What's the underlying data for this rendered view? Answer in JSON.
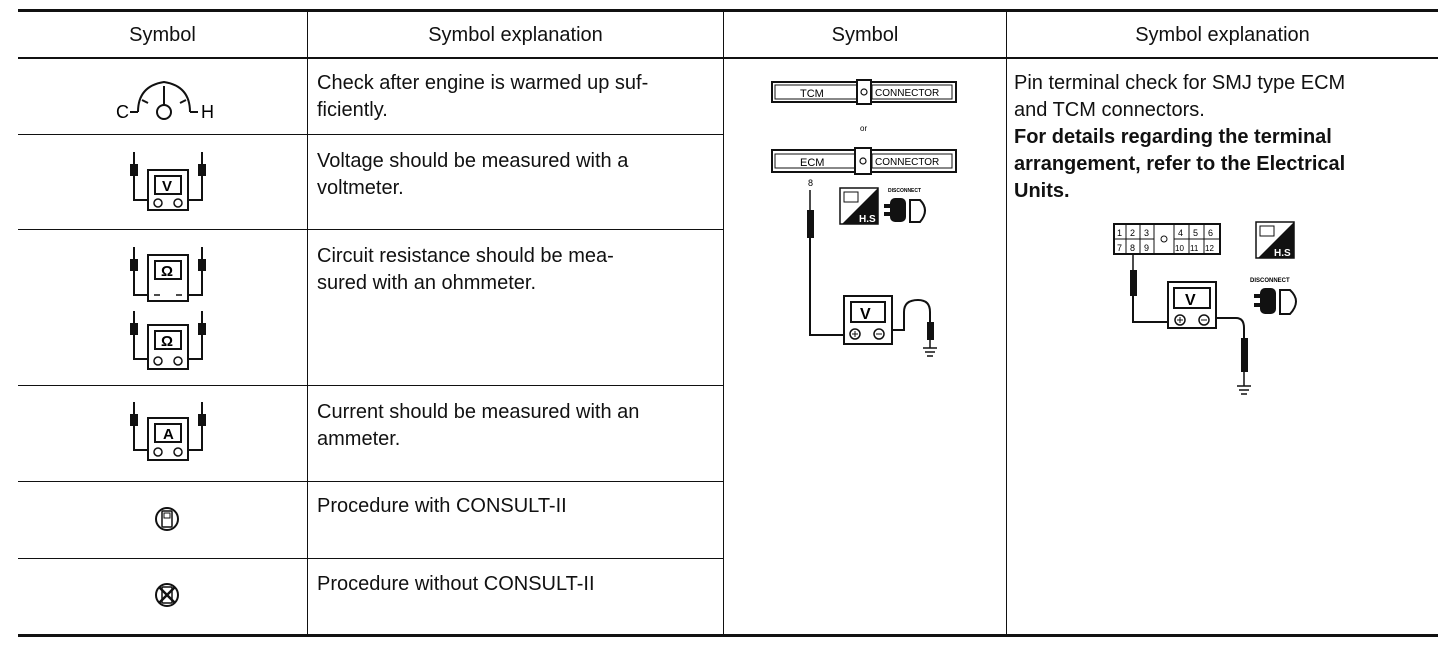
{
  "headers": {
    "col1": "Symbol",
    "col2": "Symbol explanation",
    "col3": "Symbol",
    "col4": "Symbol explanation"
  },
  "rows": [
    {
      "icon": "thermometer-gauge-icon",
      "text": "Check after engine is warmed up suf-\nficiently."
    },
    {
      "icon": "voltmeter-icon",
      "text": "Voltage should be measured with a\nvoltmeter."
    },
    {
      "icon": "ohmmeter-icon",
      "text": "Circuit resistance should be mea-\nsured with an ohmmeter."
    },
    {
      "icon": "ammeter-icon",
      "text": "Current should be measured with an\nammeter."
    },
    {
      "icon": "consult-icon",
      "text": "Procedure with CONSULT-II"
    },
    {
      "icon": "no-consult-icon",
      "text": "Procedure without CONSULT-II"
    }
  ],
  "gauge": {
    "left_label": "C",
    "right_label": "H"
  },
  "meters": {
    "volt": "V",
    "ohm": "Ω",
    "amp": "A"
  },
  "diagram": {
    "tcm_label": "TCM",
    "ecm_label": "ECM",
    "connector_label": "CONNECTOR",
    "or_label": "or",
    "pin_label": "8",
    "hs_label": "H.S",
    "disconnect_label": "DISCONNECT",
    "meter_label": "V"
  },
  "right_col": {
    "line1": "Pin terminal check for SMJ type ECM",
    "line2": "and TCM connectors.",
    "bold1": "For details regarding the terminal",
    "bold2": "arrangement, refer to the Electrical",
    "bold3": "Units.",
    "pins_top": [
      "1",
      "2",
      "3",
      "4",
      "5",
      "6"
    ],
    "pins_bottom": [
      "7",
      "8",
      "9",
      "10",
      "11",
      "12"
    ],
    "hs_label": "H.S",
    "disconnect_label": "DISCONNECT",
    "meter_label": "V"
  }
}
